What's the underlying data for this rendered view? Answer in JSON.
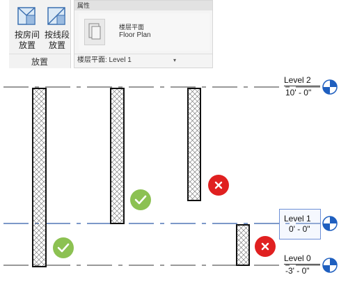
{
  "ribbon": {
    "place_by_room": {
      "line1": "按房间",
      "line2": "放置"
    },
    "place_by_line": {
      "line1": "按线段",
      "line2": "放置"
    },
    "panel_label": "放置"
  },
  "properties": {
    "title": "属性",
    "type_name_cn": "楼层平面",
    "type_name_en": "Floor Plan",
    "selector_value": "楼层平面: Level 1"
  },
  "levels": [
    {
      "name": "Level 2",
      "elevation": "10' - 0\"",
      "line_style": "dash-dot"
    },
    {
      "name": "Level 1",
      "elevation": "0' - 0\"",
      "line_style": "dash-dot-selected",
      "selected": true
    },
    {
      "name": "Level 0",
      "elevation": "-3' - 0\"",
      "line_style": "dash-dot"
    }
  ],
  "markers": [
    {
      "status": "ok",
      "color": "#8cc152",
      "icon": "check-icon"
    },
    {
      "status": "ok",
      "color": "#8cc152",
      "icon": "check-icon"
    },
    {
      "status": "error",
      "color": "#e02020",
      "icon": "x-icon"
    },
    {
      "status": "error",
      "color": "#e02020",
      "icon": "x-icon"
    }
  ],
  "colors": {
    "level_line": "#333333",
    "selected_level_line": "#2d5aa8",
    "level_head": "#1f5fbf",
    "shaft_hatch": "#555555"
  }
}
